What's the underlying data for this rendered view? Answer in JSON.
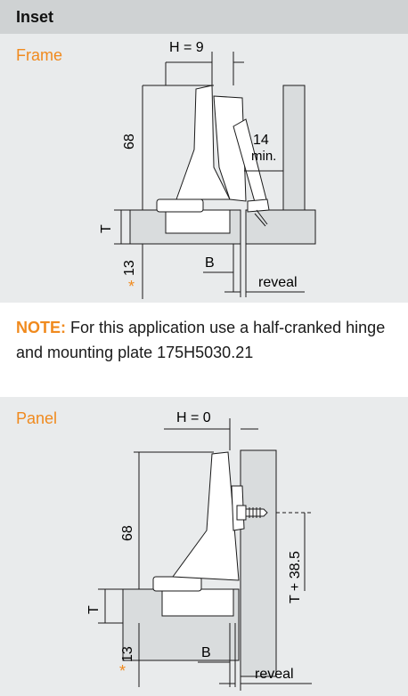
{
  "section_title": "Inset",
  "colors": {
    "accent": "#f08a1e",
    "header_bg": "#cfd2d3",
    "panel_bg": "#e9ebec",
    "line": "#1a1a1a",
    "part_fill": "#ffffff",
    "wood_fill": "#d9dcdd"
  },
  "frame": {
    "label": "Frame",
    "dim_h": "H = 9",
    "dim_height": "68",
    "dim_gap": "14",
    "dim_gap_unit": "min.",
    "dim_t": "T",
    "dim_13": "13",
    "asterisk": "*",
    "dim_b": "B",
    "reveal": "reveal"
  },
  "note": {
    "key": "NOTE:",
    "text": " For this application use a half-cranked hinge and mounting plate 175H5030.21"
  },
  "panel": {
    "label": "Panel",
    "dim_h": "H = 0",
    "dim_height": "68",
    "dim_t_plus": "T + 38.5",
    "dim_t": "T",
    "dim_13": "13",
    "asterisk": "*",
    "dim_b": "B",
    "reveal": "reveal"
  }
}
